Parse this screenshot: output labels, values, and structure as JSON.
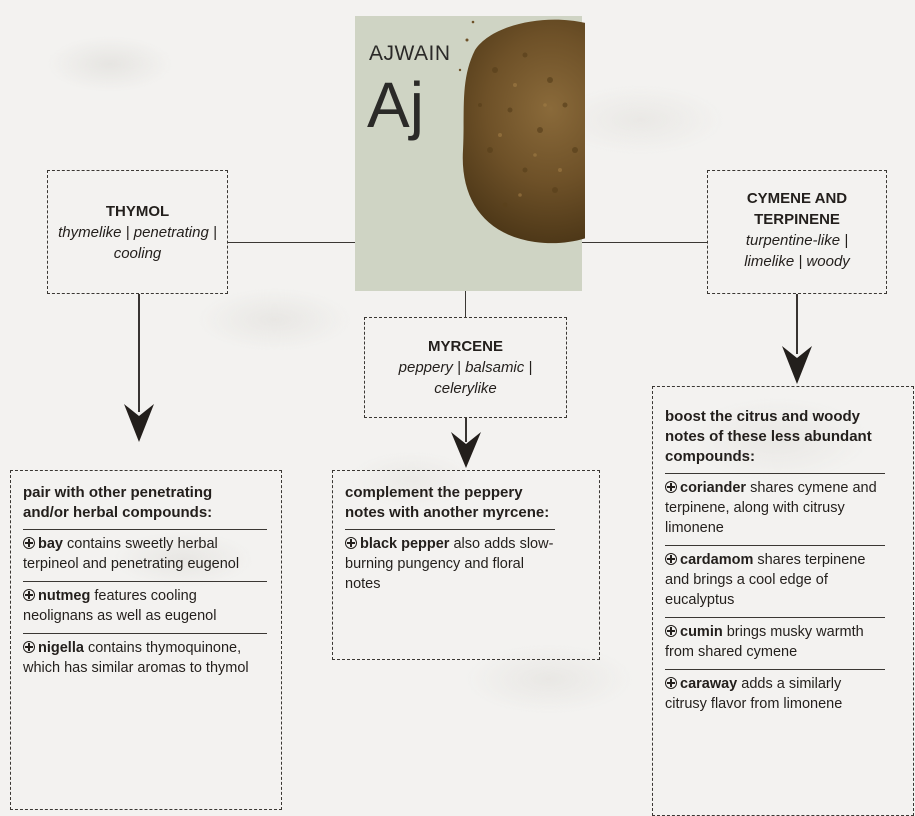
{
  "spice": {
    "name": "AJWAIN",
    "symbol": "Aj"
  },
  "compounds": [
    {
      "name": "THYMOL",
      "notes": "thymelike | penetrating | cooling"
    },
    {
      "name": "MYRCENE",
      "notes": "peppery | balsamic | celerylike"
    },
    {
      "name": "CYMENE AND TERPINENE",
      "notes": "turpentine-like | limelike | woody"
    }
  ],
  "pairings": [
    {
      "title": "pair with other penetrating and/or herbal compounds:",
      "items": [
        {
          "spice": "bay",
          "text": " contains sweetly herbal terpineol and penetrating eugenol"
        },
        {
          "spice": "nutmeg",
          "text": " features cooling neolignans as well as eugenol"
        },
        {
          "spice": "nigella",
          "text": " contains thymoquinone, which has similar aromas to thymol"
        }
      ]
    },
    {
      "title": "complement the peppery notes with another myrcene:",
      "items": [
        {
          "spice": "black pepper",
          "text": " also adds slow-burning pungency and floral notes"
        }
      ]
    },
    {
      "title": "boost the citrus and woody notes of these less abundant compounds:",
      "items": [
        {
          "spice": "coriander",
          "text": " shares cymene and terpinene, along with citrusy limonene"
        },
        {
          "spice": "cardamom",
          "text": " shares terpinene and brings a cool edge of eucalyptus"
        },
        {
          "spice": "cumin",
          "text": " brings musky warmth from shared cymene"
        },
        {
          "spice": "caraway",
          "text": " adds a similarly citrusy flavor from limonene"
        }
      ]
    }
  ]
}
